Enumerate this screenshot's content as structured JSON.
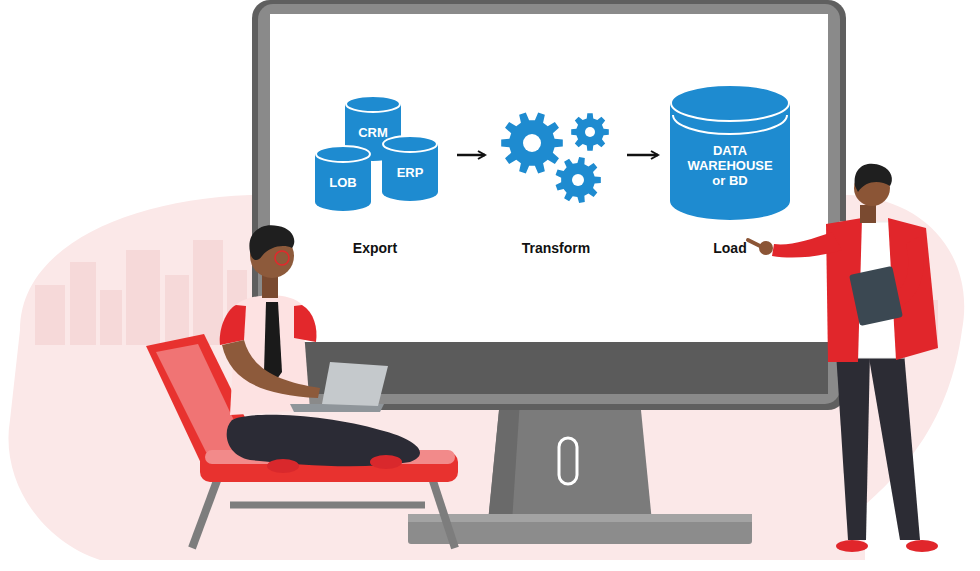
{
  "diagram": {
    "nodes": [
      {
        "text": [
          "Export"
        ]
      },
      {
        "text": [
          "CRM"
        ],
        "in": 0
      },
      {
        "text": [
          "LOB"
        ],
        "in": 0
      },
      {
        "text": [
          "ERP"
        ],
        "in": 0
      },
      {
        "text": [
          "Transform"
        ]
      },
      {
        "text": [
          "DATA WAREHOUSE or BD",
          "Load"
        ]
      }
    ],
    "edges": [
      {
        "from": 0,
        "to": 4,
        "arrow": "to"
      },
      {
        "from": 4,
        "to": 5,
        "arrow": "to"
      }
    ]
  }
}
